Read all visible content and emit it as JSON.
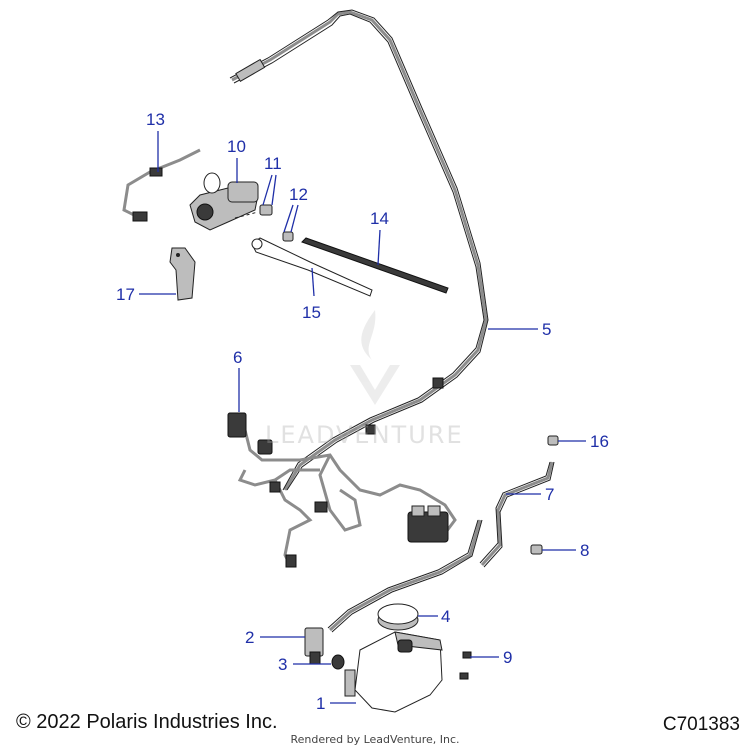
{
  "diagram": {
    "copyright": "© 2022 Polaris Industries Inc.",
    "diagram_code": "C701383",
    "rendered_by": "Rendered by LeadVenture, Inc.",
    "watermark_text": "LEADVENTURE",
    "callouts": [
      "1",
      "2",
      "3",
      "4",
      "5",
      "6",
      "7",
      "8",
      "9",
      "10",
      "11",
      "12",
      "13",
      "14",
      "15",
      "16",
      "17"
    ],
    "colors": {
      "callout": "#1f2fa8",
      "line_art": "#222222",
      "watermark": "#c8c8c8"
    }
  }
}
